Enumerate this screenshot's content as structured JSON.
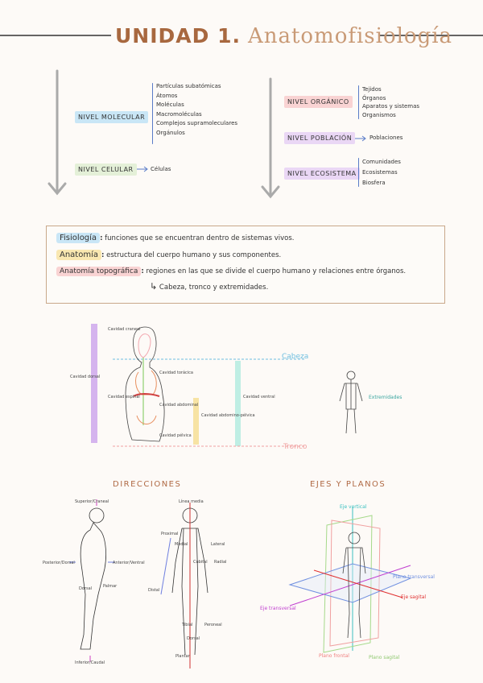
{
  "header": {
    "unit": "UNIDAD 1.",
    "topic": "Anatomofisiología"
  },
  "levels_left": {
    "molecular": {
      "label": "NIVEL MOLECULAR",
      "items": [
        "Partículas subatómicas",
        "Átomos",
        "Moléculas",
        "Macromoléculas",
        "Complejos supramoleculares",
        "Orgánulos"
      ]
    },
    "celular": {
      "label": "NIVEL CELULAR",
      "result": "Células"
    }
  },
  "levels_right": {
    "organico": {
      "label": "NIVEL ORGÁNICO",
      "items": [
        "Tejidos",
        "Órganos",
        "Aparatos y sistemas",
        "Organismos"
      ]
    },
    "poblacion": {
      "label": "NIVEL POBLACIÓN",
      "result": "Poblaciones"
    },
    "ecosistema": {
      "label": "NIVEL ECOSISTEMA",
      "items": [
        "Comunidades",
        "Ecosistemas",
        "Biosfera"
      ]
    }
  },
  "definitions": {
    "fisiologia": {
      "term": "Fisiología",
      "text": "funciones que se encuentran dentro de sistemas vivos."
    },
    "anatomia": {
      "term": "Anatomía",
      "text": "estructura del cuerpo humano y sus componentes."
    },
    "topografica": {
      "term": "Anatomía topográfica",
      "text": "regiones en las que se divide el cuerpo humano y relaciones entre órganos.",
      "keyword": "regiones",
      "sub": "Cabeza, tronco y extremidades."
    }
  },
  "cavities": {
    "dorsal": "Cavidad dorsal",
    "craneal": "Cavidad craneal",
    "espinal": "Cavidad espinal",
    "toracica": "Cavidad torácica",
    "abdominal": "Cavidad abdominal",
    "pelvica": "Cavidad pélvica",
    "abdominopelvica": "Cavidad abdomino-pélvica",
    "ventral": "Cavidad ventral",
    "cabeza": "Cabeza",
    "tronco": "Tronco",
    "extremidades": "Extremidades"
  },
  "directions": {
    "title": "DIRECCIONES",
    "superior": "Superior/Craneal",
    "inferior": "Inferior/Caudal",
    "posterior": "Posterior/Dorsal",
    "anterior": "Anterior/Ventral",
    "dorsal": "Dorsal",
    "palmar": "Palmar",
    "linea_media": "Línea media",
    "proximal": "Proximal",
    "medial": "Medial",
    "lateral": "Lateral",
    "cubital": "Cubital",
    "radial": "Radial",
    "distal": "Distal",
    "tibial": "Tibial",
    "peroneal": "Peroneal",
    "dorsal2": "Dorsal",
    "plantar": "Plantar"
  },
  "axes": {
    "title": "EJES Y PLANOS",
    "eje_vertical": "Eje vertical",
    "plano_transversal": "Plano transversal",
    "eje_sagital": "Eje sagital",
    "eje_transversal": "Eje transversal",
    "plano_frontal": "Plano frontal",
    "plano_sagital": "Plano sagital"
  },
  "colors": {
    "accent": "#a8683f",
    "blue": "#c9e6f6",
    "green": "#e4f0d8",
    "pink": "#f9d3d3",
    "lilac": "#ead7f5",
    "yellow": "#f9e7b0"
  }
}
